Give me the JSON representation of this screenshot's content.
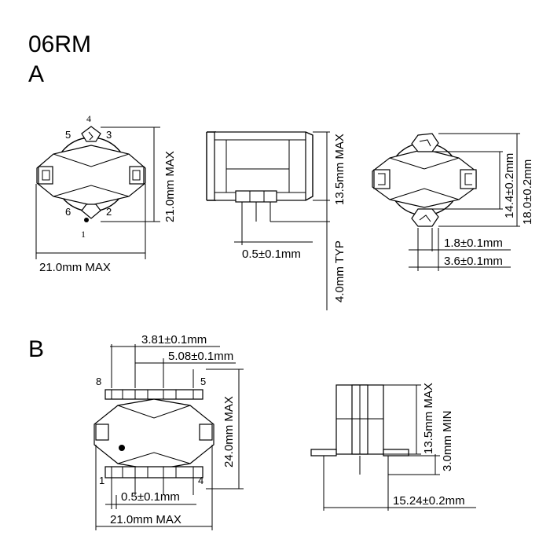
{
  "header": {
    "model": "06RM",
    "variant_a": "A",
    "variant_b": "B"
  },
  "view_a_top": {
    "pins": [
      "1",
      "2",
      "3",
      "4",
      "5",
      "6"
    ],
    "width": "21.0mm MAX",
    "height": "21.0mm MAX"
  },
  "view_a_side": {
    "height": "13.5mm MAX",
    "pin_dia": "0.5±0.1mm",
    "pin_len": "4.0mm TYP"
  },
  "view_a_bottom": {
    "d1": "1.8±0.1mm",
    "d2": "3.6±0.1mm",
    "d3": "14.4±0.2mm",
    "d4": "18.0±0.2mm"
  },
  "view_b_top": {
    "pins": [
      "8",
      "5",
      "1",
      "4"
    ],
    "pitch1": "3.81±0.1mm",
    "pitch2": "5.08±0.1mm",
    "height": "24.0mm MAX",
    "pin_dia": "0.5±0.1mm",
    "width": "21.0mm MAX"
  },
  "view_b_side": {
    "height": "13.5mm MAX",
    "standoff": "3.0mm MIN",
    "span": "15.24±0.2mm"
  }
}
